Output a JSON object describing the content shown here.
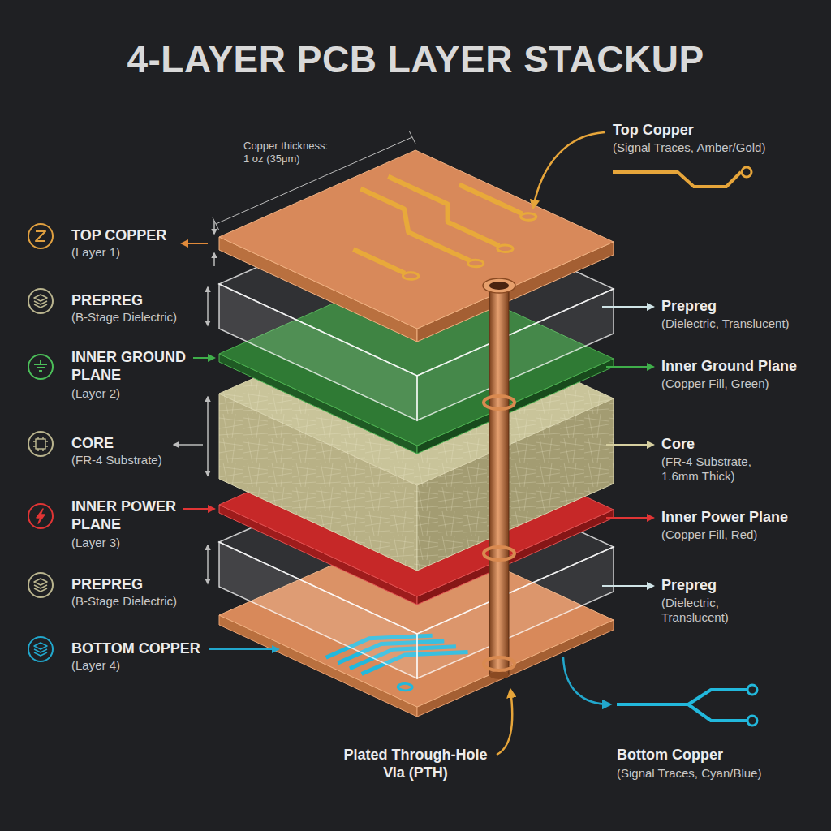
{
  "diagram": {
    "title": "4-LAYER PCB LAYER STACKUP",
    "labels": [
      "Copper thickness: 1 oz (35μm)",
      "Top Copper",
      "(Signal Traces, Amber/Gold)",
      "TOP COPPER",
      "(Layer 1)",
      "PREPREG",
      "(B-Stage Dielectric)",
      "Prepreg",
      "(Dielectric, Translucent)",
      "INNER GROUND PLANE",
      "(Layer 2)",
      "Inner Ground Plane",
      "(Copper Fill, Green)",
      "CORE",
      "(FR-4 Substrate)",
      "Core",
      "(FR-4 Substrate, 1.6mm Thick)",
      "INNER POWER PLANE",
      "(Layer 3)",
      "Inner Power Plane",
      "(Copper Fill, Red)",
      "PREPREG",
      "(B-Stage Dielectric)",
      "Prepreg",
      "(Dielectric, Translucent)",
      "BOTTOM COPPER",
      "(Layer 4)",
      "Plated Through-Hole Via (PTH)",
      "Bottom Copper",
      "(Signal Traces, Cyan/Blue)"
    ]
  }
}
